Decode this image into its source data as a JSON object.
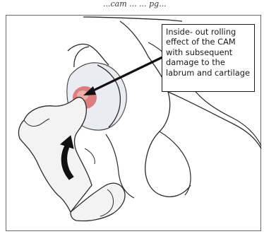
{
  "header": {
    "cropped_caption": "...cam ... ... pg..."
  },
  "callout": {
    "text": "Inside- out rolling effect of the CAM with subsequent damage to the labrum and cartilage"
  },
  "colors": {
    "outline": "#2a2a2a",
    "bone_fill": "#f3f3f3",
    "capsule_tint": "#e6e9ef",
    "impingement_red": "#d96b6b",
    "arrow": "#111111",
    "frame": "#6a6a6a"
  },
  "icons": {
    "rotation_arrow": "curved-rotation-arrow-icon",
    "pointer_arrow": "callout-pointer-arrow"
  }
}
